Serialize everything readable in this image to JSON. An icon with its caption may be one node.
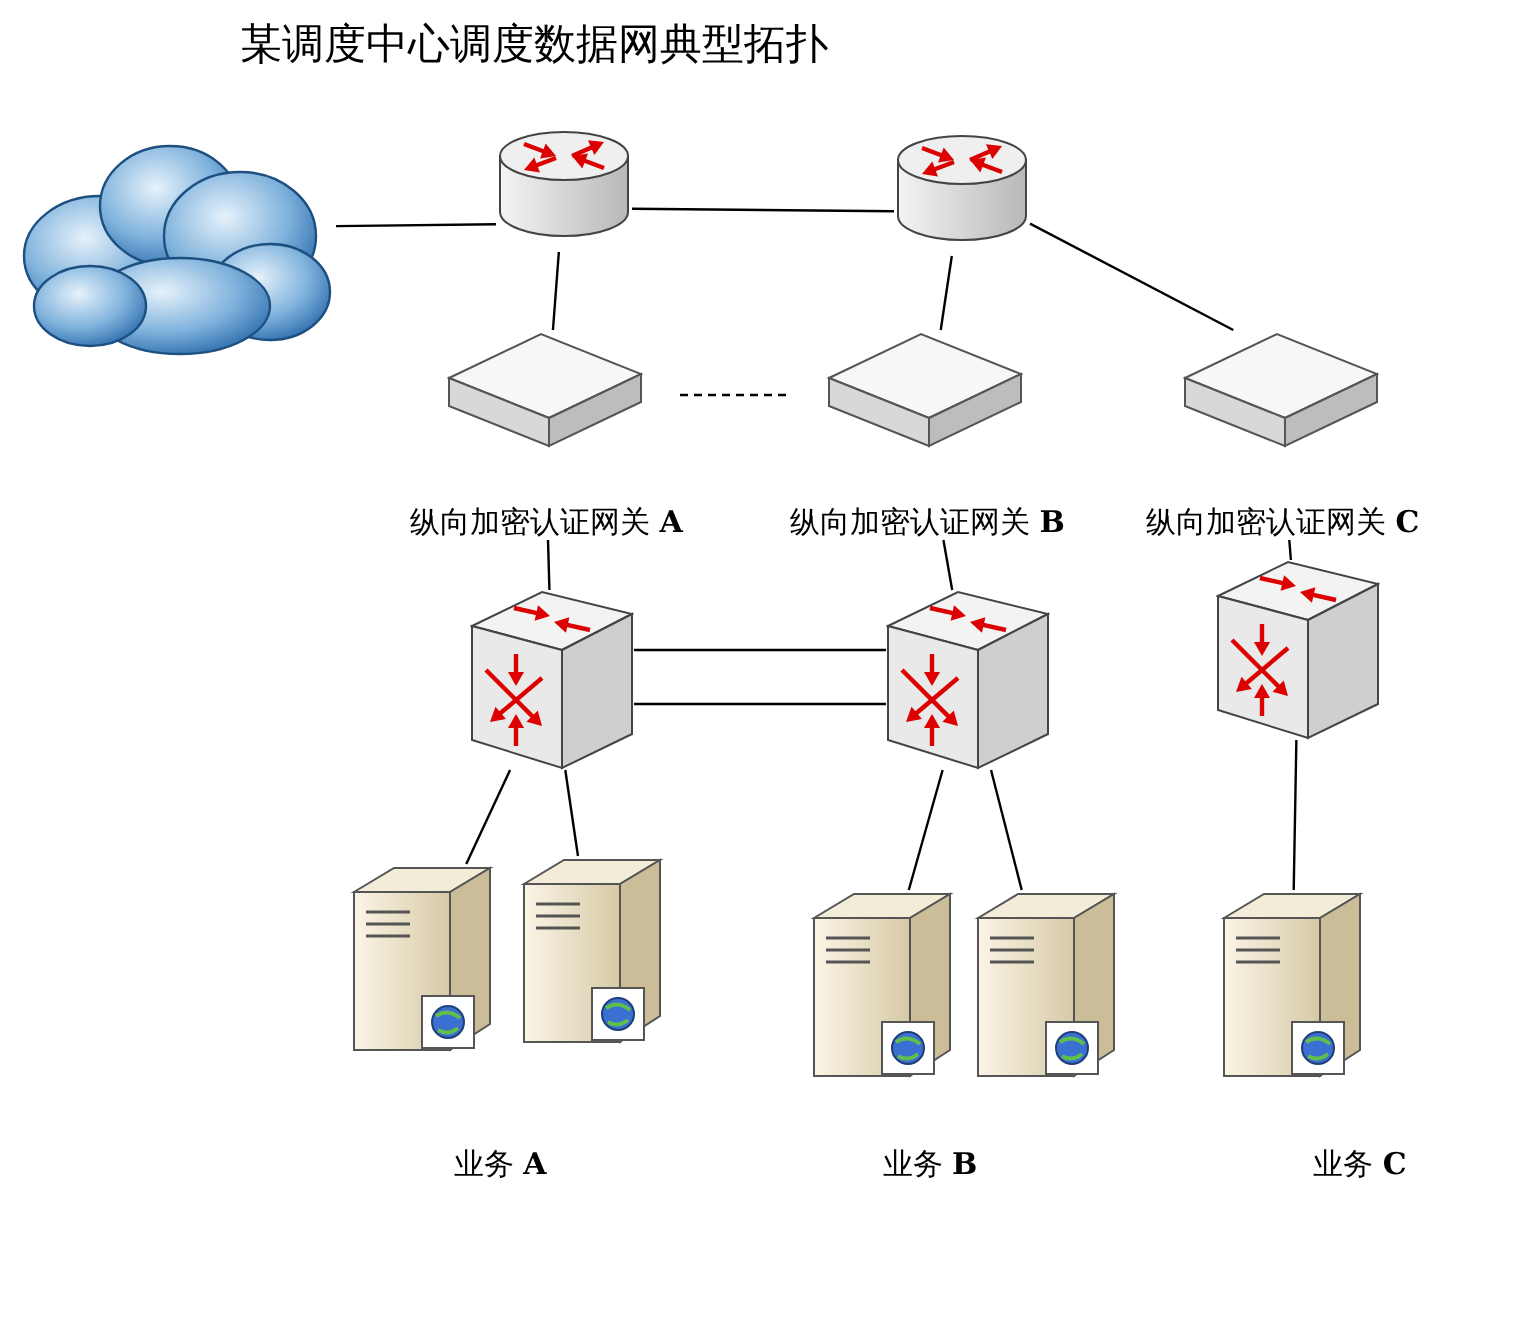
{
  "diagram": {
    "title": "某调度中心调度数据网典型拓扑",
    "nodes": [
      {
        "text": [],
        "shape": "cloud"
      },
      {
        "text": [],
        "shape": "picture"
      },
      {
        "text": [],
        "shape": "picture"
      },
      {
        "text": [
          "纵向加密认证网关 **A**"
        ]
      },
      {
        "text": [
          "纵向加密认证网关 **B**"
        ]
      },
      {
        "text": [
          "纵向加密认证网关 **C**"
        ]
      },
      {
        "text": [],
        "shape": "picture"
      },
      {
        "text": [],
        "shape": "picture"
      },
      {
        "text": [],
        "shape": "picture"
      },
      {
        "text": [],
        "shape": "picture"
      },
      {
        "text": [],
        "shape": "picture"
      },
      {
        "text": [],
        "shape": "picture"
      },
      {
        "text": [],
        "shape": "picture"
      },
      {
        "text": [],
        "shape": "picture"
      }
    ],
    "edges": [
      {
        "from": 0,
        "to": 1,
        "arrow": "none"
      },
      {
        "from": 1,
        "to": 2,
        "arrow": "none"
      },
      {
        "from": 1,
        "to": 3,
        "arrow": "none"
      },
      {
        "from": 2,
        "to": 4,
        "arrow": "none"
      },
      {
        "from": 2,
        "to": 5,
        "arrow": "none"
      },
      {
        "from": 3,
        "to": 4,
        "arrow": "none",
        "style": "dashed"
      },
      {
        "from": 3,
        "to": 6,
        "arrow": "none"
      },
      {
        "from": 4,
        "to": 7,
        "arrow": "none"
      },
      {
        "from": 5,
        "to": 8,
        "arrow": "none"
      },
      {
        "from": 6,
        "to": 7,
        "arrow": "none"
      },
      {
        "from": 6,
        "to": 7,
        "arrow": "none"
      },
      {
        "from": 6,
        "to": 9,
        "arrow": "none"
      },
      {
        "from": 6,
        "to": 10,
        "arrow": "none"
      },
      {
        "from": 7,
        "to": 11,
        "arrow": "none"
      },
      {
        "from": 7,
        "to": 12,
        "arrow": "none"
      },
      {
        "from": 8,
        "to": 13,
        "arrow": "none"
      }
    ],
    "labels": [
      "业务 **A**",
      "业务 **B**",
      "业务 **C**"
    ]
  }
}
